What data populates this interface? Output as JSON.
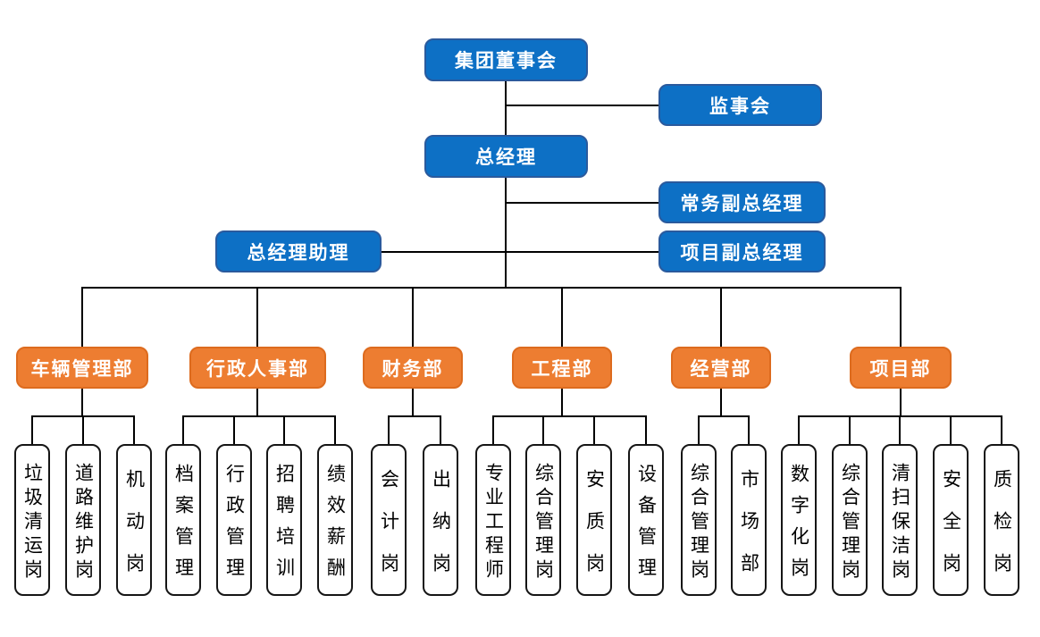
{
  "diagram": {
    "type": "org-chart",
    "colors": {
      "executive_node_fill": "#0d70c5",
      "executive_node_border": "#2a5a9d",
      "department_node_fill": "#ed7d31",
      "department_node_border": "#dd6b1e",
      "position_node_fill": "#ffffff",
      "position_node_border": "#151515",
      "connector_line": "#000000",
      "node_text_light": "#ffffff",
      "node_text_dark": "#000000"
    },
    "executive": {
      "board": "集团董事会",
      "supervisory_board": "监事会",
      "general_manager": "总经理",
      "executive_deputy_gm": "常务副总经理",
      "gm_assistant": "总经理助理",
      "project_deputy_gm": "项目副总经理"
    },
    "departments": [
      {
        "label": "车辆管理部",
        "positions": [
          "垃圾清运岗",
          "道路维护岗",
          "机动岗"
        ]
      },
      {
        "label": "行政人事部",
        "positions": [
          "档案管理",
          "行政管理",
          "招聘培训",
          "绩效薪酬"
        ]
      },
      {
        "label": "财务部",
        "positions": [
          "会计岗",
          "出纳岗"
        ]
      },
      {
        "label": "工程部",
        "positions": [
          "专业工程师",
          "综合管理岗",
          "安质岗",
          "设备管理"
        ]
      },
      {
        "label": "经营部",
        "positions": [
          "综合管理岗",
          "市场部"
        ]
      },
      {
        "label": "项目部",
        "positions": [
          "数字化岗",
          "综合管理岗",
          "清扫保洁岗",
          "安全岗",
          "质检岗"
        ]
      }
    ]
  }
}
